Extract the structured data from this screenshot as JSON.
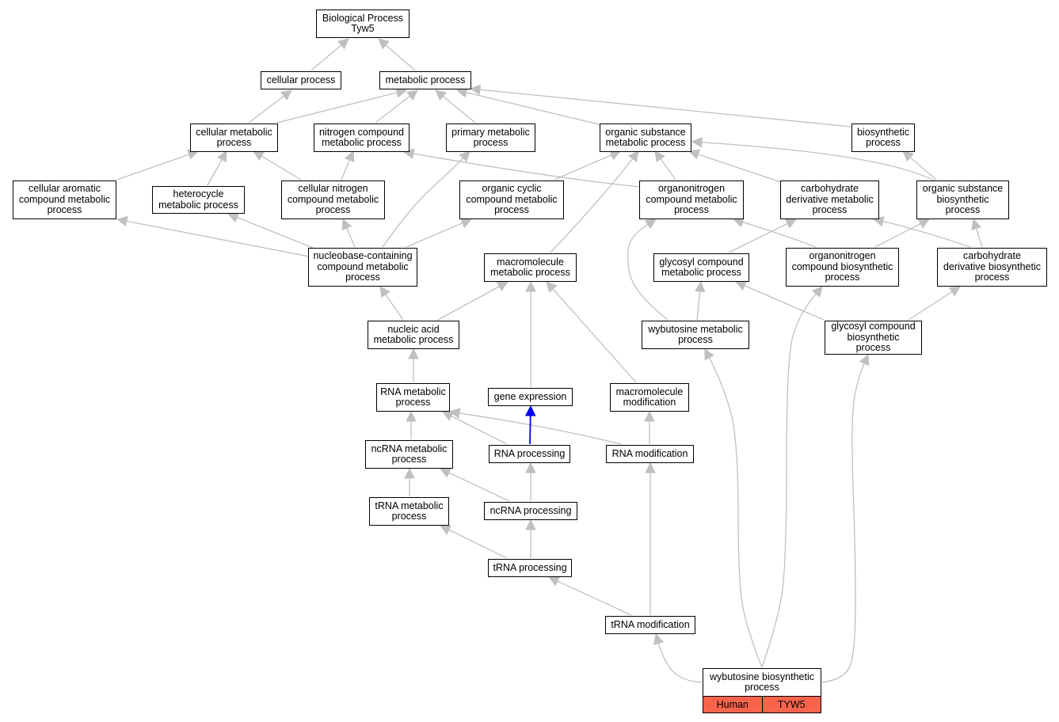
{
  "graph": {
    "edge_color": "#c0c0c0",
    "highlight_edge_color": "#0000ee",
    "gene_fill_color": "#f8634b",
    "nodes": {
      "bp": "Biological Process\nTyw5",
      "cellular": "cellular process",
      "metabolic": "metabolic process",
      "cellmet": "cellular metabolic\nprocess",
      "nitrogen": "nitrogen compound\nmetabolic process",
      "primary": "primary metabolic\nprocess",
      "orgsub": "organic substance\nmetabolic process",
      "biosyn": "biosynthetic\nprocess",
      "cellarom": "cellular aromatic\ncompound metabolic\nprocess",
      "hetero": "heterocycle\nmetabolic process",
      "cellnitro": "cellular nitrogen\ncompound metabolic\nprocess",
      "orgcyc": "organic cyclic\ncompound metabolic\nprocess",
      "organonitro": "organonitrogen\ncompound metabolic\nprocess",
      "carbderiv": "carbohydrate\nderivative metabolic\nprocess",
      "orgsubbio": "organic substance\nbiosynthetic\nprocess",
      "nucleobase": "nucleobase-containing\ncompound metabolic\nprocess",
      "macromet": "macromolecule\nmetabolic process",
      "glycmet": "glycosyl compound\nmetabolic process",
      "organonitrobio": "organonitrogen\ncompound biosynthetic\nprocess",
      "carbderivbio": "carbohydrate\nderivative biosynthetic\nprocess",
      "nucleic": "nucleic acid\nmetabolic process",
      "wybmet": "wybutosine metabolic\nprocess",
      "glycbio": "glycosyl compound\nbiosynthetic\nprocess",
      "rnamet": "RNA metabolic\nprocess",
      "geneexp": "gene expression",
      "macromod": "macromolecule\nmodification",
      "ncrnamet": "ncRNA metabolic\nprocess",
      "rnaproc": "RNA processing",
      "rnamod": "RNA modification",
      "trnamet": "tRNA metabolic\nprocess",
      "ncrnaproc": "ncRNA processing",
      "trnaproc": "tRNA processing",
      "trnamod": "tRNA modification",
      "wybbio": "wybutosine biosynthetic\nprocess"
    },
    "gene_annotation": {
      "species": "Human",
      "gene": "TYW5"
    }
  }
}
